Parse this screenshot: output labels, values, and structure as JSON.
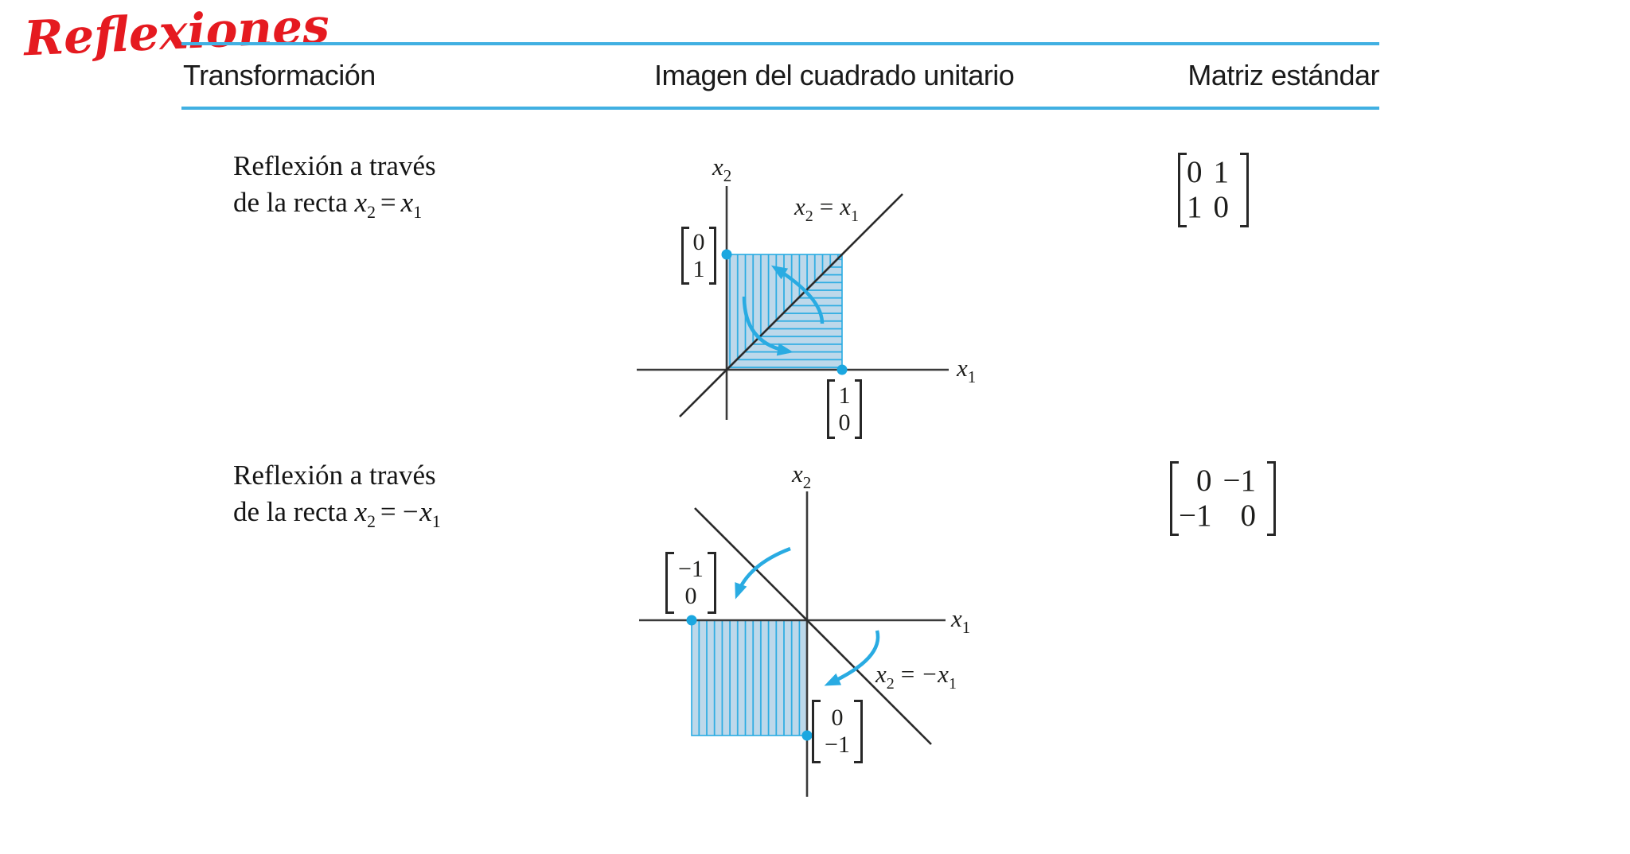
{
  "annotation": {
    "title": "Reflexiones",
    "color": "#e51a20"
  },
  "colors": {
    "rule_cyan": "#41b0e2",
    "hatch_cyan": "#29abe2",
    "square_fill": "#bdd8ea",
    "ink": "#1d1d1b"
  },
  "table": {
    "headers": {
      "col1": "Transformación",
      "col2": "Imagen del cuadrado unitario",
      "col3": "Matriz estándar"
    },
    "rows": [
      {
        "title_line1": "Reflexión a través",
        "title_line2": "de la recta",
        "equation": {
          "lhs": "x",
          "lhs_sub": "2",
          "rel": "=",
          "rhs": "x",
          "rhs_sub": "1"
        },
        "diagram": {
          "y_axis": {
            "v": "x",
            "s": "2"
          },
          "x_axis": {
            "v": "x",
            "s": "1"
          },
          "line_label": {
            "lhs": "x",
            "lhs_sub": "2",
            "rel": "=",
            "rhs": "x",
            "rhs_sub": "1"
          },
          "vector_a": {
            "r1": "0",
            "r2": "1"
          },
          "vector_b": {
            "r1": "1",
            "r2": "0"
          }
        },
        "matrix": {
          "r1c1": "0",
          "r1c2": "1",
          "r2c1": "1",
          "r2c2": "0"
        }
      },
      {
        "title_line1": "Reflexión a través",
        "title_line2": "de la recta",
        "equation": {
          "lhs": "x",
          "lhs_sub": "2",
          "rel": "=",
          "rhs": "−x",
          "rhs_sub": "1"
        },
        "diagram": {
          "y_axis": {
            "v": "x",
            "s": "2"
          },
          "x_axis": {
            "v": "x",
            "s": "1"
          },
          "line_label": {
            "lhs": "x",
            "lhs_sub": "2",
            "rel": "=",
            "rhs": "−x",
            "rhs_sub": "1"
          },
          "vector_a": {
            "r1": "−1",
            "r2": "0"
          },
          "vector_b": {
            "r1": "0",
            "r2": "−1"
          }
        },
        "matrix": {
          "r1c1": "0",
          "r1c2": "−1",
          "r2c1": "−1",
          "r2c2": "0"
        }
      }
    ]
  }
}
